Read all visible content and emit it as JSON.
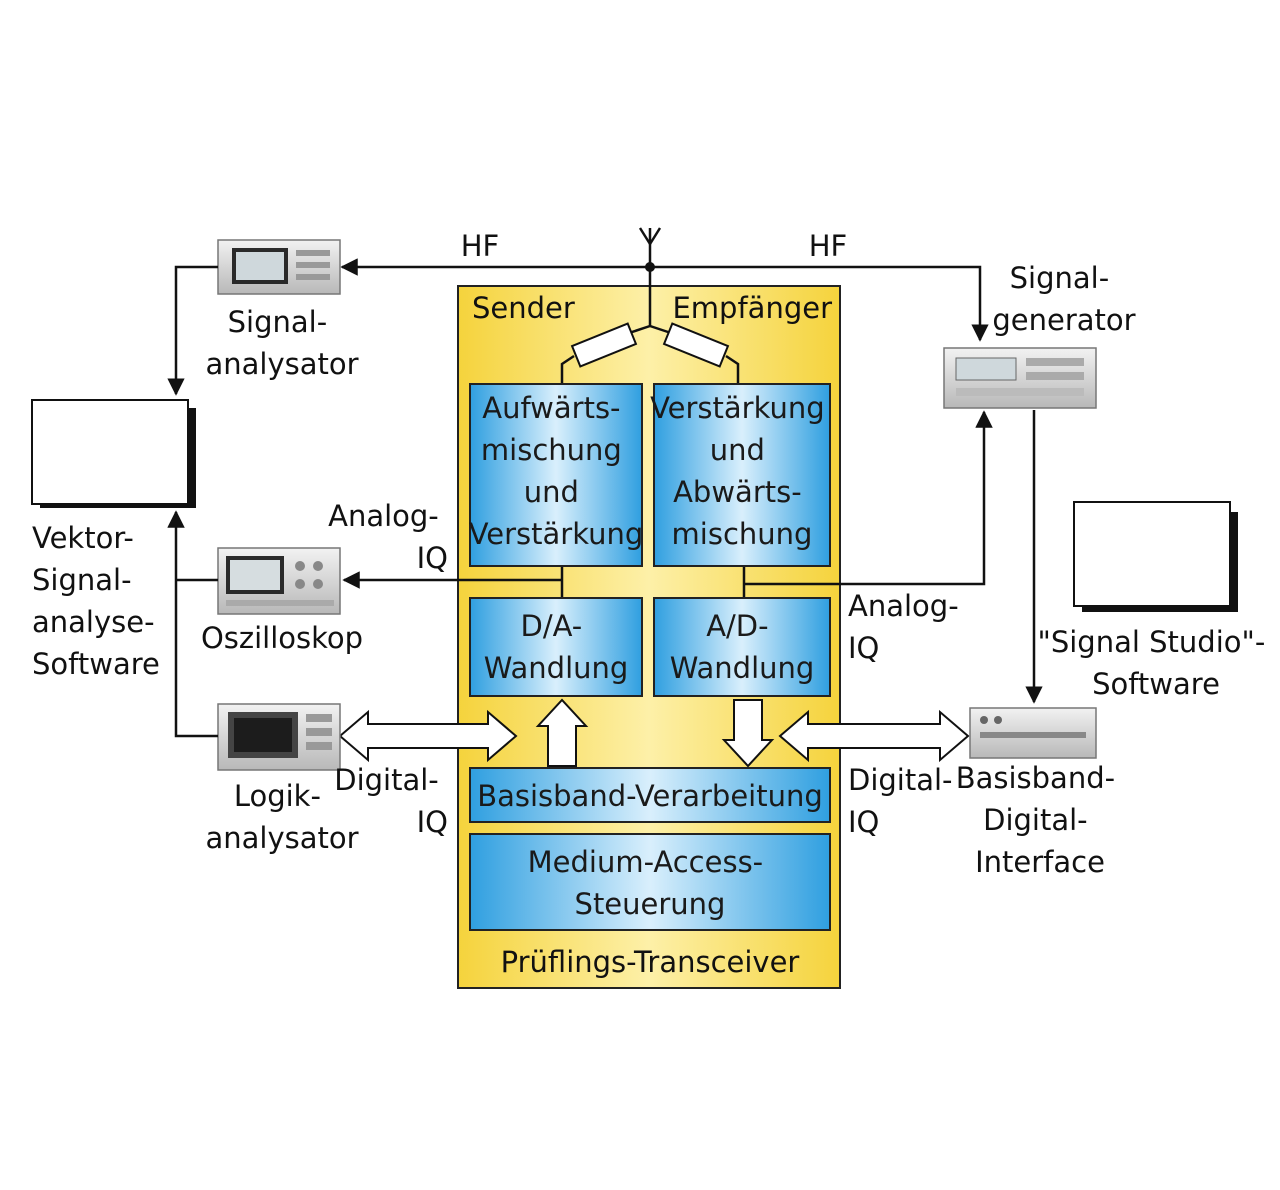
{
  "labels": {
    "hf_left": "HF",
    "hf_right": "HF",
    "sender": "Sender",
    "empfaenger": "Empfänger",
    "dut": "Prüflings-Transceiver",
    "analog_iq_left": [
      "Analog-",
      "IQ"
    ],
    "analog_iq_right": [
      "Analog-",
      "IQ"
    ],
    "digital_iq_left": [
      "Digital-",
      "IQ"
    ],
    "digital_iq_right": [
      "Digital-",
      "IQ"
    ]
  },
  "blocks": {
    "upmix": [
      "Aufwärts-",
      "mischung",
      "und",
      "Verstärkung"
    ],
    "downmix": [
      "Verstärkung",
      "und",
      "Abwärts-",
      "mischung"
    ],
    "dac": [
      "D/A-",
      "Wandlung"
    ],
    "adc": [
      "A/D-",
      "Wandlung"
    ],
    "baseband": "Basisband-Verarbeitung",
    "mac": [
      "Medium-Access-",
      "Steuerung"
    ]
  },
  "instruments": {
    "signal_analyzer": [
      "Signal-",
      "analysator"
    ],
    "oscilloscope": "Oszilloskop",
    "logic_analyzer": [
      "Logik-",
      "analysator"
    ],
    "signal_generator": [
      "Signal-",
      "generator"
    ],
    "baseband_interface": [
      "Basisband-",
      "Digital-",
      "Interface"
    ]
  },
  "software": {
    "vsa": [
      "Vektor-",
      "Signal-",
      "analyse-",
      "Software"
    ],
    "signal_studio": [
      "\"Signal Studio\"-",
      "Software"
    ]
  },
  "colors": {
    "dut_fill": "#f7dd55",
    "block_fill": "#3fa9e6",
    "block_light": "#dff1fc",
    "line": "#111111"
  }
}
